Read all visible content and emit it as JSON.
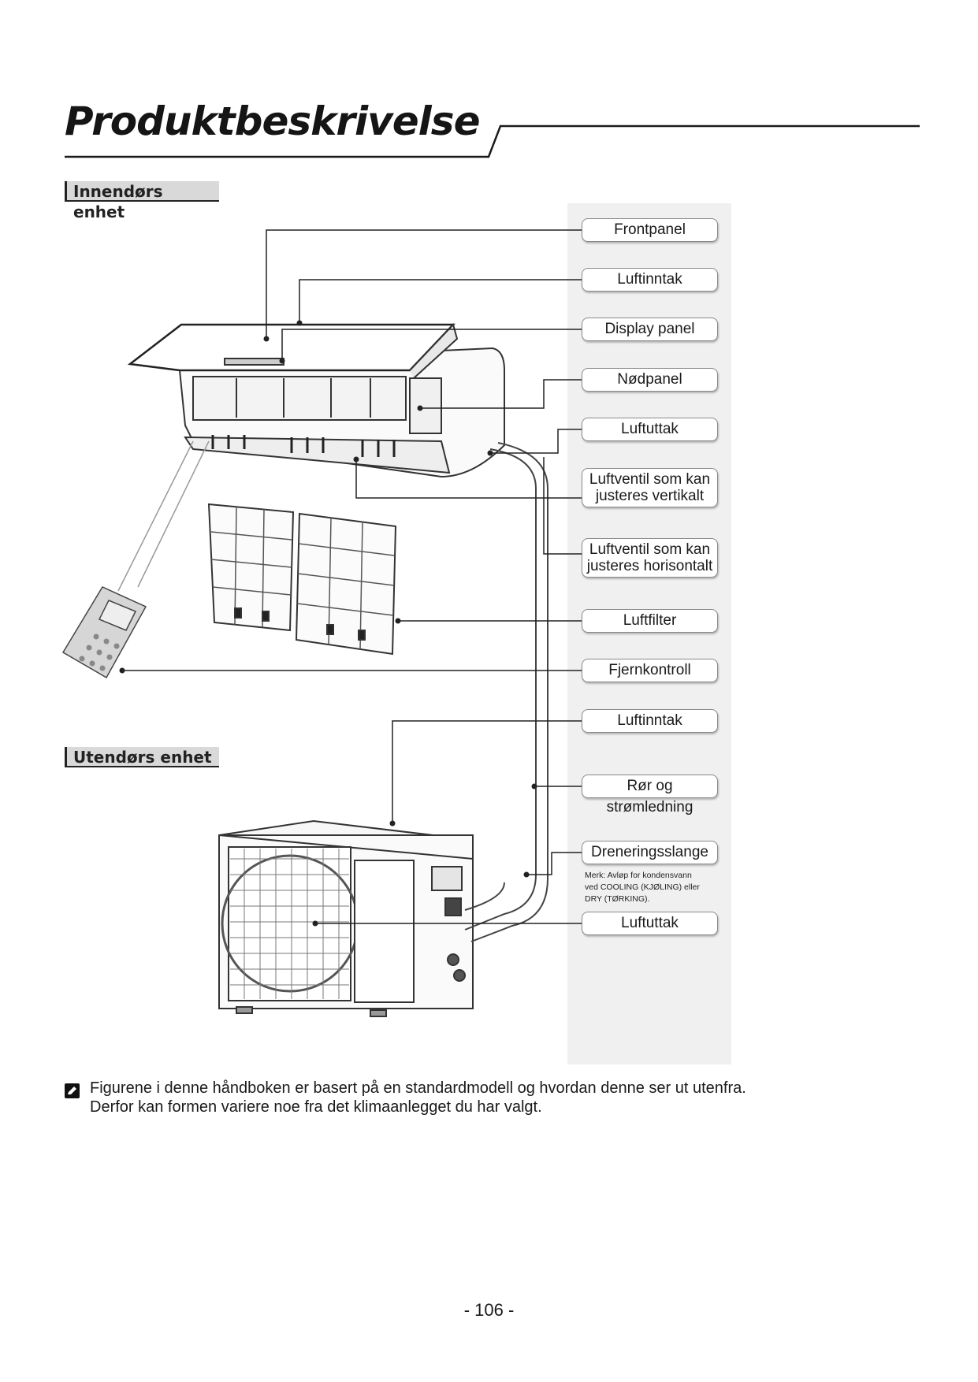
{
  "header": {
    "title": "Produktbeskrivelse"
  },
  "sections": {
    "indoor": "Innendørs enhet",
    "outdoor": "Utendørs enhet"
  },
  "callouts": {
    "frontpanel": "Frontpanel",
    "luftinntak_indoor": "Luftinntak",
    "display_panel": "Display panel",
    "nodpanel": "Nødpanel",
    "luftuttak_indoor": "Luftuttak",
    "vertical_vane_1": "Luftventil som kan",
    "vertical_vane_2": "justeres vertikalt",
    "horizontal_vane_1": "Luftventil som kan",
    "horizontal_vane_2": "justeres horisontalt",
    "luftfilter": "Luftfilter",
    "fjernkontroll": "Fjernkontroll",
    "luftinntak_outdoor": "Luftinntak",
    "ror_stromledning": "Rør og strømledning",
    "dreneringsslange": "Dreneringsslange",
    "drain_note_1": "Merk: Avløp for kondensvann",
    "drain_note_2": "ved COOLING (KJØLING) eller",
    "drain_note_3": "DRY (TØRKING).",
    "luftuttak_outdoor": "Luftuttak"
  },
  "note": {
    "line1": "Figurene i denne håndboken er basert på en standardmodell og hvordan denne ser ut utenfra.",
    "line2": "Derfor kan formen variere noe fra det klimaanlegget du har valgt."
  },
  "footer": {
    "page": "- 106 -"
  }
}
